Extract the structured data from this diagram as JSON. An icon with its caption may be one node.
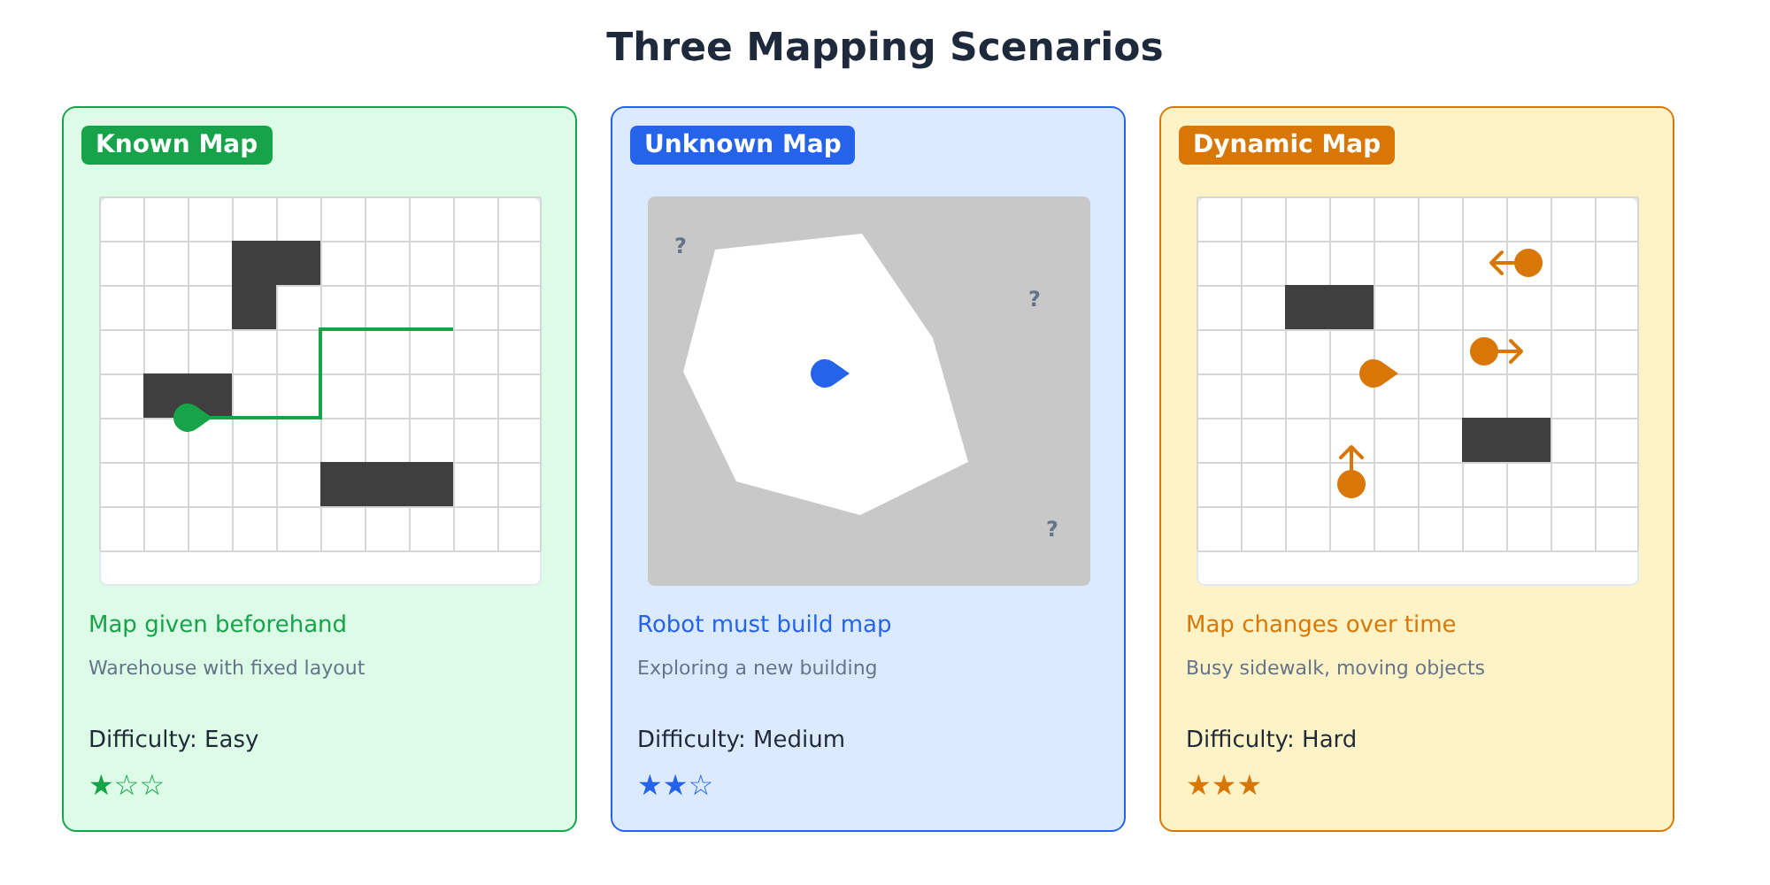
{
  "diagram": {
    "title": "Three Mapping Scenarios",
    "nodes": [
      {
        "text": [
          "Map given beforehand",
          "Warehouse with fixed layout",
          "Difficulty: Easy",
          "★☆☆"
        ]
      },
      {
        "text": [
          "Known Map"
        ],
        "in": 0
      },
      {
        "text": [],
        "shape": "picture",
        "in": 0
      },
      {
        "text": [
          "Robot must build map",
          "Exploring a new building",
          "Difficulty: Medium",
          "★★☆"
        ]
      },
      {
        "text": [
          "Unknown Map"
        ],
        "in": 3
      },
      {
        "text": [
          "?",
          "?",
          "?"
        ],
        "in": 3
      },
      {
        "text": [
          "Map changes over time",
          "Busy sidewalk, moving objects",
          "Difficulty: Hard",
          "★★★"
        ]
      },
      {
        "text": [
          "Dynamic Map"
        ],
        "in": 6
      },
      {
        "text": [],
        "shape": "picture",
        "in": 6
      }
    ],
    "edges": []
  }
}
